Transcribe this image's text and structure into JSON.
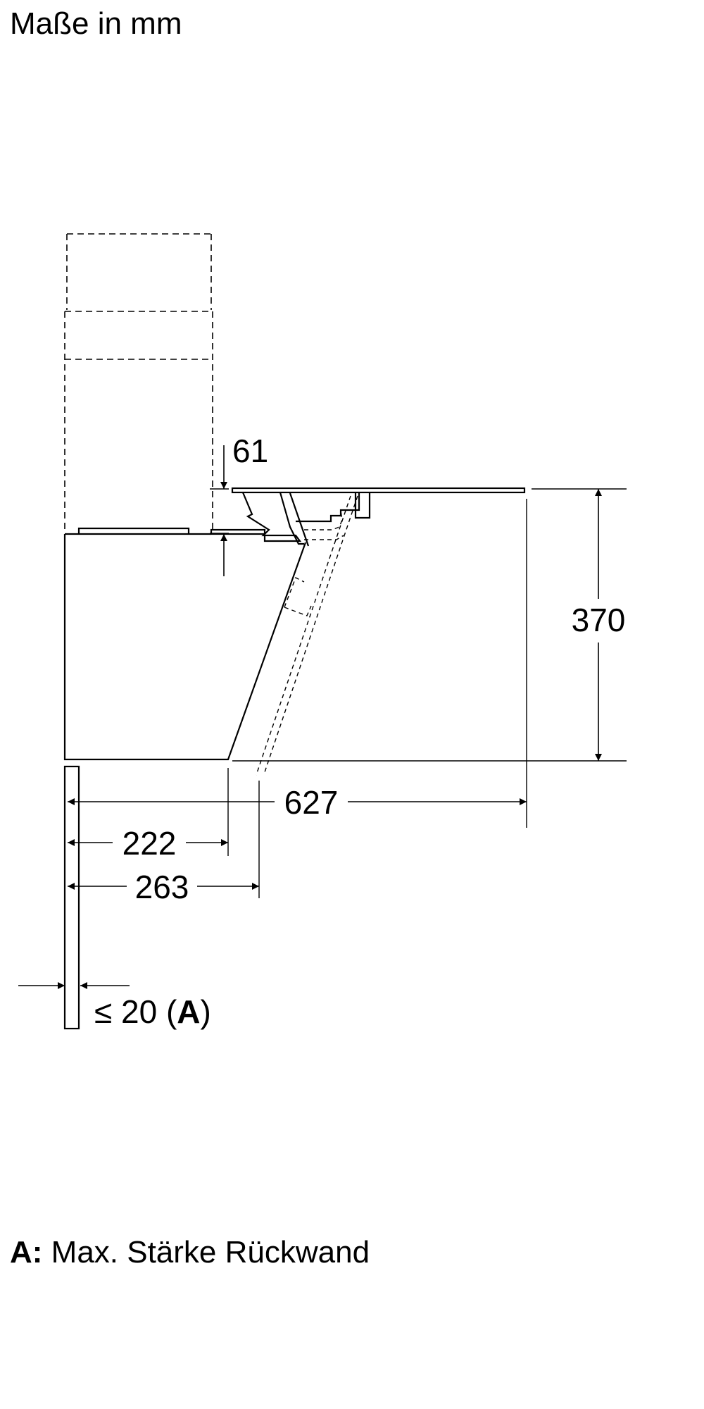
{
  "title": "Maße in mm",
  "dimensions": {
    "top_offset": "61",
    "height": "370",
    "total_depth": "627",
    "depth_222": "222",
    "depth_263": "263",
    "wall_prefix": "≤ 20 (",
    "wall_key": "A",
    "wall_suffix": ")"
  },
  "legend": {
    "key": "A:",
    "text": " Max. Stärke Rückwand"
  }
}
